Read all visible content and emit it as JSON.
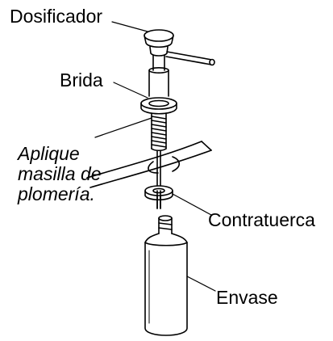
{
  "labels": {
    "dispenser": "Dosificador",
    "flange": "Brida",
    "instruction": [
      "Aplique",
      "masilla de",
      "plomería."
    ],
    "locknut": "Contratuerca",
    "bottle": "Envase"
  }
}
